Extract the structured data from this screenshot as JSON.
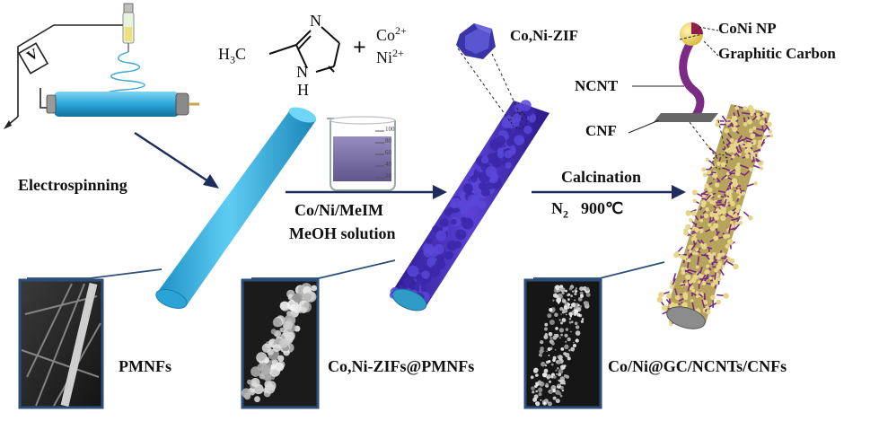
{
  "labels": {
    "electrospinning": "Electrospinning",
    "voltage_symbol": "V",
    "meim_h3c": "H",
    "meim_h3c_sub": "3",
    "meim_c": "C",
    "meim_n_top": "N",
    "meim_n_bottom": "N",
    "meim_h": "H",
    "plus": "+",
    "co_ion": "Co",
    "co_charge": "2+",
    "ni_ion": "Ni",
    "ni_charge": "2+",
    "beaker_ticks": [
      "100",
      "80",
      "60",
      "40",
      "20"
    ],
    "zif_crystal": "Co,Ni-ZIF",
    "solution_line1": "Co/Ni/MeIM",
    "solution_line2": "MeOH solution",
    "calcination": "Calcination",
    "atmosphere_n": "N",
    "atmosphere_sub": "2",
    "temperature": "900℃",
    "conpu": "CoNi NP",
    "graphitic_carbon": "Graphitic Carbon",
    "ncnt": "NCNT",
    "cnf": "CNF",
    "product1": "PMNFs",
    "product2": "Co,Ni-ZIFs@PMNFs",
    "product3": "Co/Ni@GC/NCNTs/CNFs"
  },
  "colors": {
    "pmnf_fiber": "#3fb6e3",
    "zif_fiber": "#4a2fc0",
    "zif_crystal": "#3a34a6",
    "ncnt_tube": "#7b2a86",
    "nanoparticle": "#e6d68a",
    "arrow": "#1f2c5e",
    "sem_frame": "#2b4f7a"
  }
}
